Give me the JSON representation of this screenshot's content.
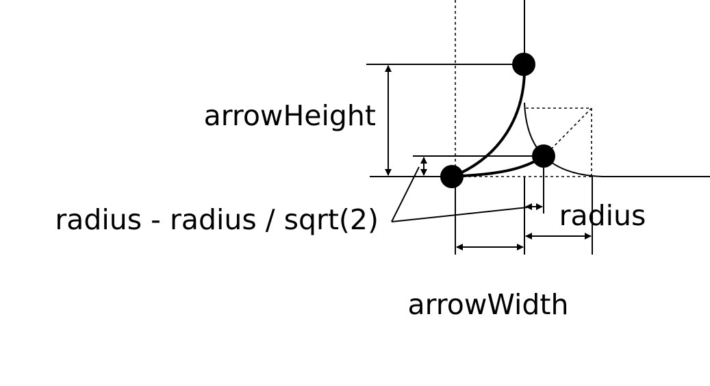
{
  "labels": {
    "arrow_height": "arrowHeight",
    "radius_offset": "radius - radius / sqrt(2)",
    "radius": "radius",
    "arrow_width": "arrowWidth"
  },
  "colors": {
    "ink": "#000000",
    "background": "#ffffff"
  }
}
